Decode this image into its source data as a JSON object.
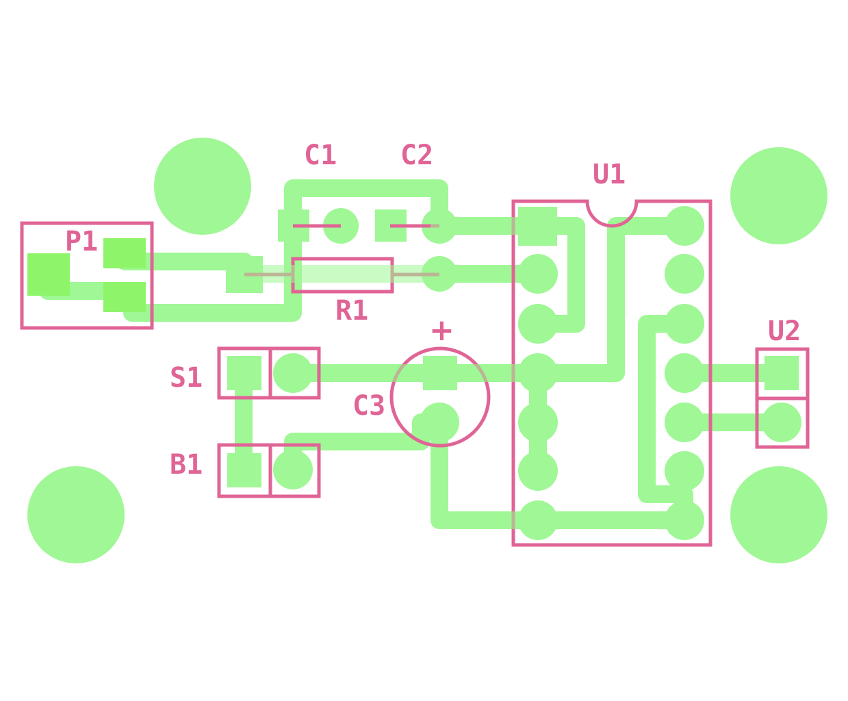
{
  "colors": {
    "copper": "#9ff795",
    "pad_smd": "#8ef56a",
    "silkscreen": "#e06496",
    "background": "#ffffff"
  },
  "designators": {
    "p1": "P1",
    "c1": "C1",
    "c2": "C2",
    "r1": "R1",
    "u1": "U1",
    "u2": "U2",
    "s1": "S1",
    "b1": "B1",
    "c3": "C3"
  },
  "polarity_mark": "+"
}
